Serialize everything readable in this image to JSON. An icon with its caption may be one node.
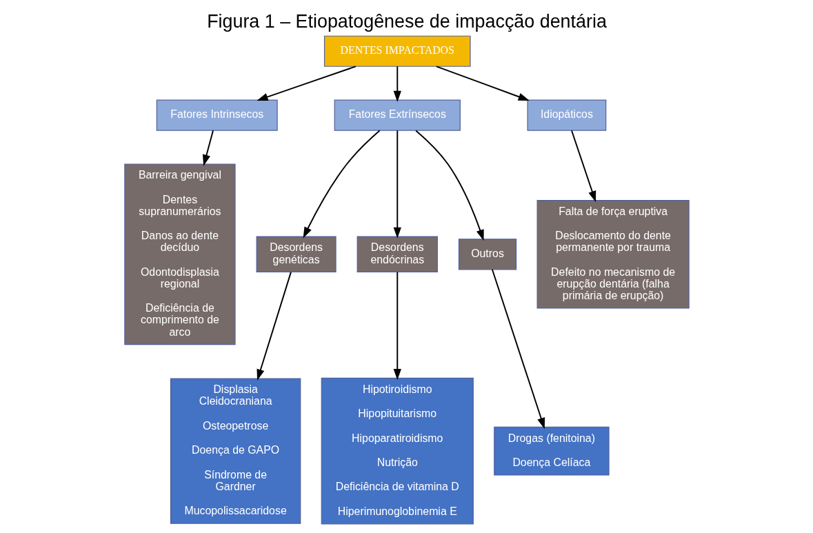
{
  "diagram": {
    "title": "Figura 1 – Etiopatogênese de impacção dentária",
    "nodes": [
      {
        "text": [
          "DENTES IMPACTADOS"
        ]
      },
      {
        "text": [
          "Fatores Intrinsecos"
        ]
      },
      {
        "text": [
          "Fatores Extrínsecos"
        ]
      },
      {
        "text": [
          "Idiopáticos"
        ]
      },
      {
        "text": [
          "Barreira gengival",
          "Dentes supranumerários",
          "Danos ao dente decíduo",
          "Odontodisplasia regional",
          "Deficiência de comprimento de arco"
        ]
      },
      {
        "text": [
          "Desordens genéticas"
        ]
      },
      {
        "text": [
          "Desordens endócrinas"
        ]
      },
      {
        "text": [
          "Outros"
        ]
      },
      {
        "text": [
          "Displasia Cleidocraniana",
          "Osteopetrose",
          "Doença de GAPO",
          "Síndrome de Gardner",
          "Mucopolissacaridose"
        ]
      },
      {
        "text": [
          "Hipotiroidismo",
          "Hipopituitarismo",
          "Hipoparatiroidismo",
          "Nutrição",
          "Deficiência de vitamina D",
          "Hiperimunoglobinemia E"
        ]
      },
      {
        "text": [
          "Drogas (fenitoina)",
          "Doença Celíaca"
        ]
      },
      {
        "text": [
          "Falta de força eruptiva",
          "Deslocamento do dente permanente por trauma",
          "Defeito no mecanismo de erupção dentária (falha primária de erupção)"
        ]
      }
    ],
    "edges": [
      {
        "from": 0,
        "to": 1,
        "arrow": "to"
      },
      {
        "from": 0,
        "to": 2,
        "arrow": "to"
      },
      {
        "from": 0,
        "to": 3,
        "arrow": "to"
      },
      {
        "from": 1,
        "to": 4,
        "arrow": "to"
      },
      {
        "from": 2,
        "to": 5,
        "arrow": "to"
      },
      {
        "from": 2,
        "to": 6,
        "arrow": "to"
      },
      {
        "from": 2,
        "to": 7,
        "arrow": "to"
      },
      {
        "from": 5,
        "to": 8,
        "arrow": "to"
      },
      {
        "from": 6,
        "to": 9,
        "arrow": "to"
      },
      {
        "from": 7,
        "to": 10,
        "arrow": "to"
      },
      {
        "from": 3,
        "to": 11,
        "arrow": "to"
      }
    ]
  }
}
